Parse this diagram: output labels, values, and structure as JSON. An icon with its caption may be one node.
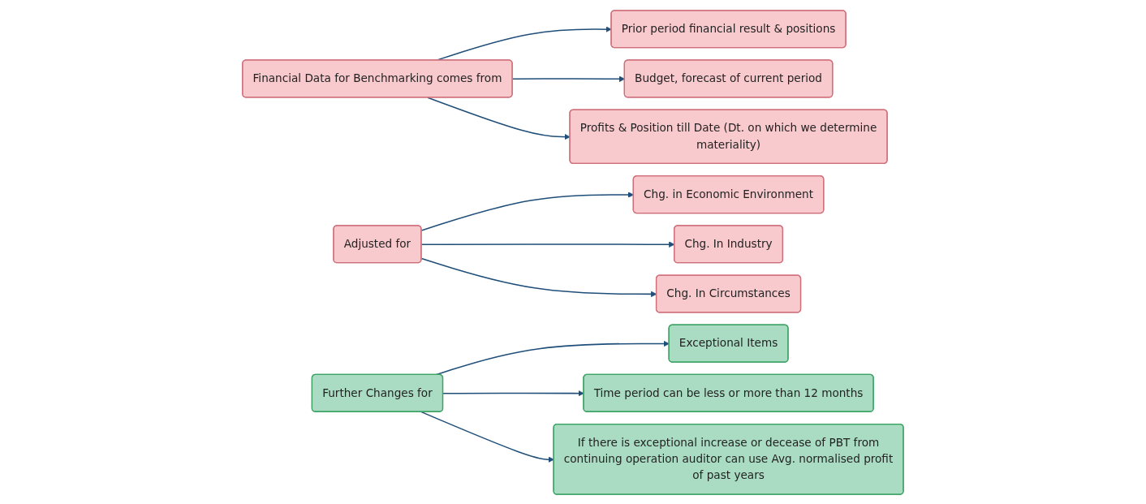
{
  "diagram": {
    "nodes": [
      {
        "text": [
          "Financial Data for Benchmarking comes from"
        ]
      },
      {
        "text": [
          "Prior period financial result & positions"
        ]
      },
      {
        "text": [
          "Budget, forecast of current period"
        ]
      },
      {
        "text": [
          "Profits & Position till Date (Dt. on which we determine materiality)"
        ]
      },
      {
        "text": [
          "Adjusted for"
        ]
      },
      {
        "text": [
          "Chg. in Economic Environment"
        ]
      },
      {
        "text": [
          "Chg. In Industry"
        ]
      },
      {
        "text": [
          "Chg. In Circumstances"
        ]
      },
      {
        "text": [
          "Further Changes for"
        ]
      },
      {
        "text": [
          "Exceptional Items"
        ]
      },
      {
        "text": [
          "Time period can be less or more than 12 months"
        ]
      },
      {
        "text": [
          "If there is exceptional increase or decease of PBT from continuing operation auditor can use Avg. normalised profit of past years"
        ]
      }
    ],
    "edges": [
      {
        "from": 0,
        "to": 1,
        "arrow": "to"
      },
      {
        "from": 0,
        "to": 2,
        "arrow": "to"
      },
      {
        "from": 0,
        "to": 3,
        "arrow": "to"
      },
      {
        "from": 4,
        "to": 5,
        "arrow": "to"
      },
      {
        "from": 4,
        "to": 6,
        "arrow": "to"
      },
      {
        "from": 4,
        "to": 7,
        "arrow": "to"
      },
      {
        "from": 8,
        "to": 9,
        "arrow": "to"
      },
      {
        "from": 8,
        "to": 10,
        "arrow": "to"
      },
      {
        "from": 8,
        "to": 11,
        "arrow": "to"
      }
    ]
  }
}
